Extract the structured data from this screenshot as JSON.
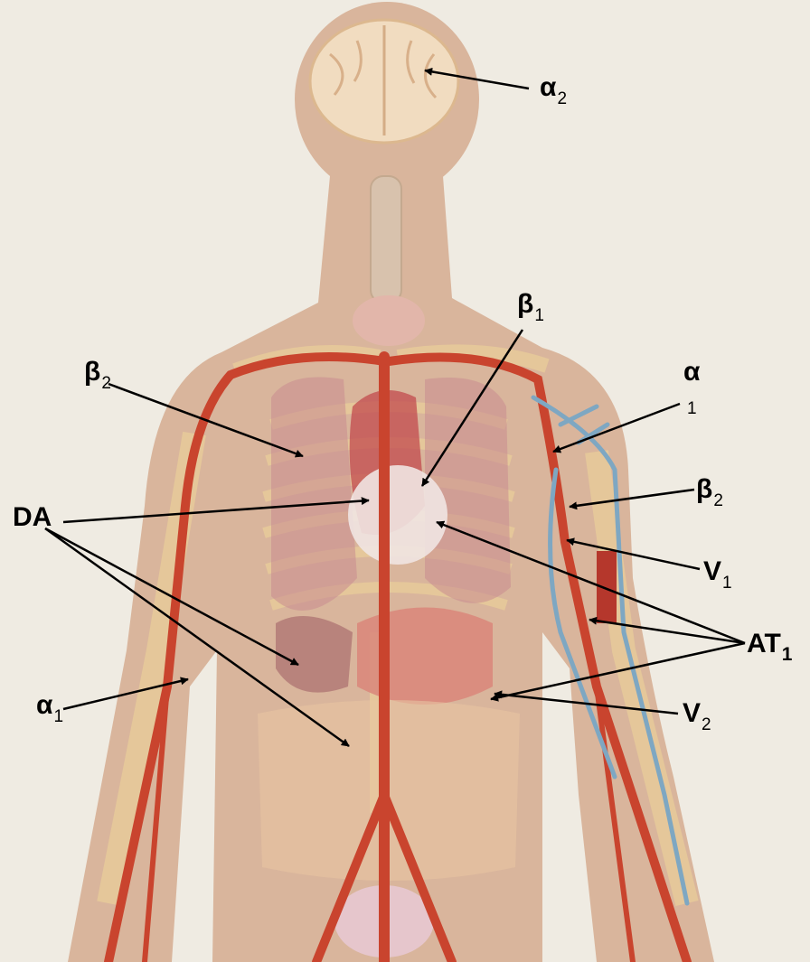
{
  "labels": {
    "alpha2": {
      "symbol": "α",
      "sub": "2"
    },
    "beta1": {
      "symbol": "β",
      "sub": "1"
    },
    "beta2_left": {
      "symbol": "β",
      "sub": "2"
    },
    "alpha1_right": {
      "symbol": "α",
      "sub": "1"
    },
    "beta2_right": {
      "symbol": "β",
      "sub": "2"
    },
    "da": {
      "text": "DA"
    },
    "v1": {
      "symbol": "V",
      "sub": "1"
    },
    "at1": {
      "symbol": "AT",
      "sub": "1"
    },
    "alpha1_left": {
      "symbol": "α",
      "sub": "1"
    },
    "v2": {
      "symbol": "V",
      "sub": "2"
    }
  },
  "colors": {
    "background": "#efebe2",
    "skin": "#d9b59c",
    "artery": "#c9442e",
    "vein": "#7ea7c2",
    "bone": "#efd599",
    "organ": "#c98a90",
    "brain": "#f1dcc0",
    "arrow": "#000000"
  }
}
